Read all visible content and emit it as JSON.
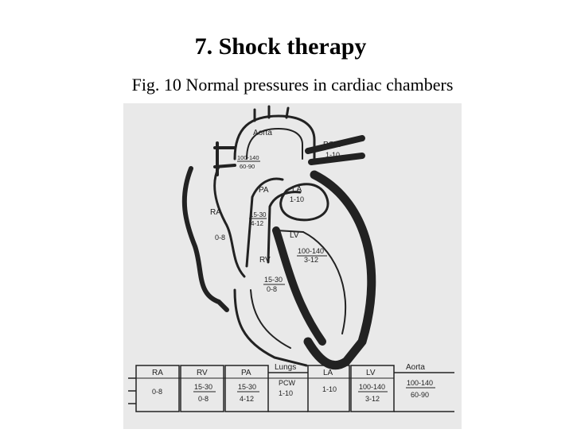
{
  "slide": {
    "title": "7. Shock therapy",
    "caption": "Fig. 10  Normal pressures in cardiac chambers"
  },
  "heart": {
    "aorta": {
      "label": "Aorta",
      "systolic": "100-140",
      "diastolic": "60-90"
    },
    "pcw": {
      "label": "PCW",
      "value": "1-10"
    },
    "pa": {
      "label": "PA",
      "systolic": "15-30",
      "diastolic": "4-12"
    },
    "la": {
      "label": "LA",
      "value": "1-10"
    },
    "ra": {
      "label": "RA",
      "value": "0-8"
    },
    "lv": {
      "label": "LV",
      "systolic": "100-140",
      "diastolic": "3-12"
    },
    "rv": {
      "label": "RV",
      "systolic": "15-30",
      "diastolic": "0-8"
    }
  },
  "flow": {
    "ra": {
      "label": "RA",
      "value": "0-8"
    },
    "rv": {
      "label": "RV",
      "systolic": "15-30",
      "diastolic": "0-8"
    },
    "pa": {
      "label": "PA",
      "systolic": "15-30",
      "diastolic": "4-12"
    },
    "lungs": {
      "label": "Lungs",
      "sub": "PCW",
      "value": "1-10"
    },
    "la": {
      "label": "LA",
      "value": "1-10"
    },
    "lv": {
      "label": "LV",
      "systolic": "100-140",
      "diastolic": "3-12"
    },
    "aorta": {
      "label": "Aorta",
      "systolic": "100-140",
      "diastolic": "60-90"
    }
  },
  "colors": {
    "ink": "#222222",
    "figure_bg": "#e9e9e9"
  }
}
